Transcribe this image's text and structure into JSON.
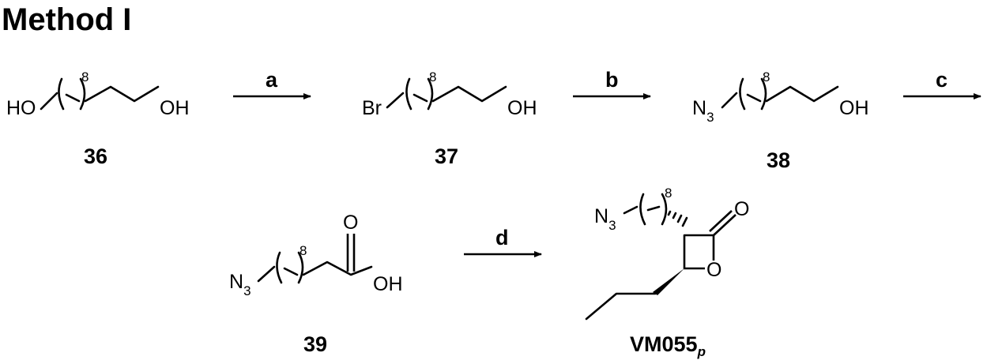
{
  "title": "Method I",
  "atoms": {
    "ho": "HO",
    "oh": "OH",
    "br": "Br",
    "n": "N",
    "three": "3",
    "o": "O",
    "repeat": "8"
  },
  "compounds": [
    {
      "id": "36"
    },
    {
      "id": "37"
    },
    {
      "id": "38"
    },
    {
      "id": "39"
    },
    {
      "id": "VM055",
      "subscript": "p"
    }
  ],
  "steps": [
    "a",
    "b",
    "c",
    "d"
  ]
}
